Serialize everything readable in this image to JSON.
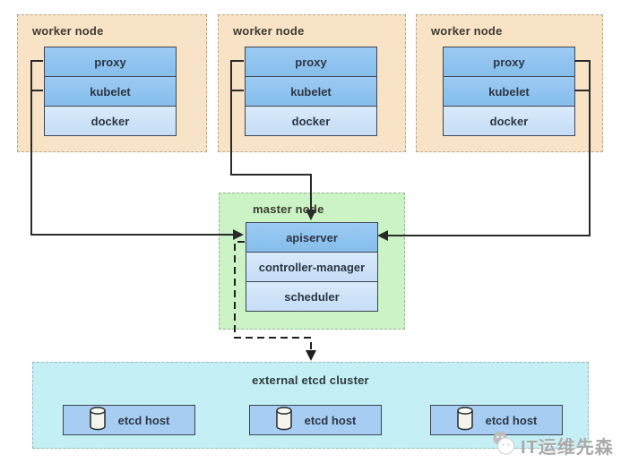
{
  "workers": [
    {
      "title": "worker node",
      "components": [
        "proxy",
        "kubelet",
        "docker"
      ]
    },
    {
      "title": "worker node",
      "components": [
        "proxy",
        "kubelet",
        "docker"
      ]
    },
    {
      "title": "worker node",
      "components": [
        "proxy",
        "kubelet",
        "docker"
      ]
    }
  ],
  "master": {
    "title": "master node",
    "components": [
      "apiserver",
      "controller-manager",
      "scheduler"
    ]
  },
  "etcd": {
    "title": "external etcd cluster",
    "hosts": [
      "etcd host",
      "etcd host",
      "etcd host"
    ]
  },
  "watermark": {
    "text": "IT运维先森",
    "icon": "wechat-icon"
  },
  "icons": {
    "etcd_host": "database-cylinder-icon"
  },
  "colors": {
    "worker_fill": "#f8e3c6",
    "master_fill": "#cbf3c6",
    "etcd_fill": "#c4eff4",
    "component_blue": "#8fc3ef",
    "component_light_blue": "#cde3f8",
    "etcd_host_fill": "#a7cdf3",
    "connector": "#2a2a2a",
    "text": "#2c3644"
  }
}
